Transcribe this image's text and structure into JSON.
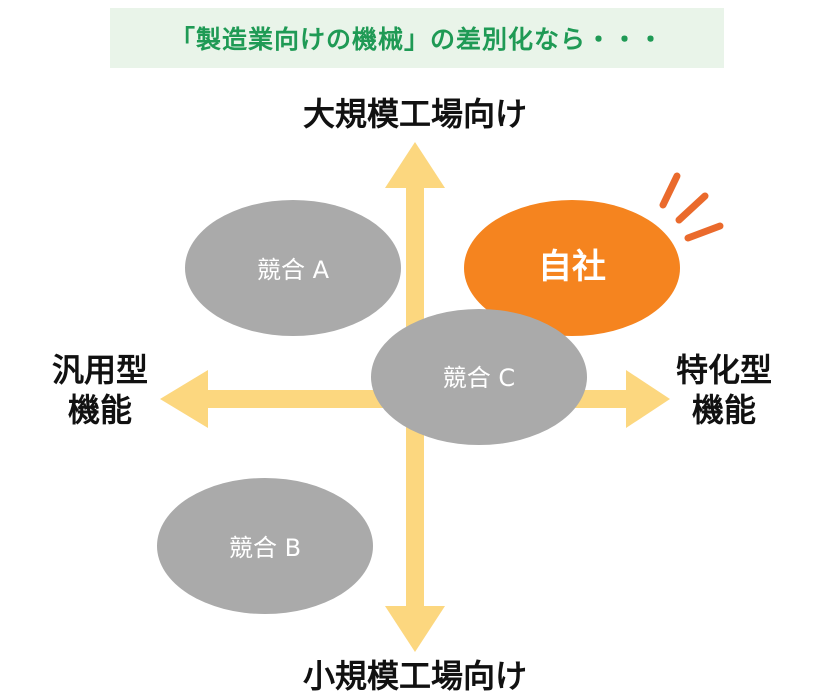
{
  "banner": "「製造業向けの機械」の差別化なら・・・",
  "axes": {
    "top": "大規模工場向け",
    "bottom": "小規模工場向け",
    "left_line1": "汎用型",
    "left_line2": "機能",
    "right_line1": "特化型",
    "right_line2": "機能"
  },
  "positions": {
    "competitor_a": "競合 A",
    "competitor_b": "競合 B",
    "competitor_c": "競合 C",
    "own_company": "自社"
  },
  "colors": {
    "arrow": "#fcd77f",
    "competitor": "#aaaaaa",
    "own_company": "#f5841f",
    "accent_lines": "#ea6a2c",
    "banner_bg": "#e9f4e9",
    "banner_text": "#1f9a55"
  }
}
